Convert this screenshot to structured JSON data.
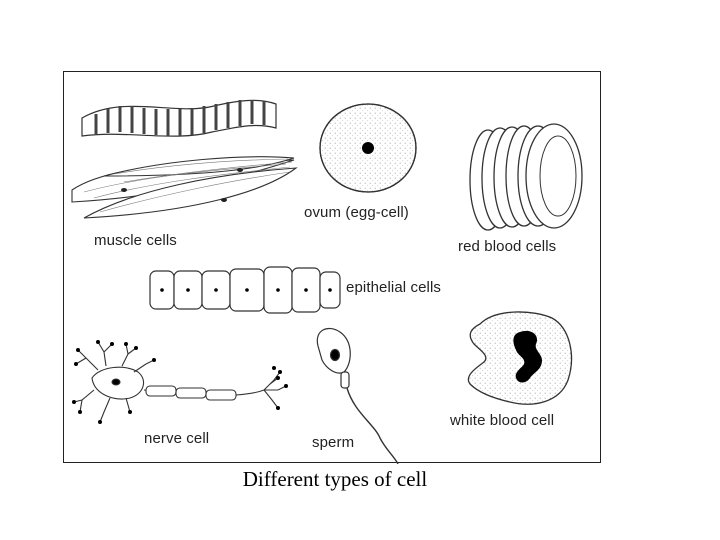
{
  "labels": {
    "muscle": "muscle cells",
    "ovum": "ovum (egg-cell)",
    "red_blood": "red blood cells",
    "epithelial": "epithelial cells",
    "nerve": "nerve cell",
    "sperm": "sperm",
    "white_blood": "white blood cell"
  },
  "caption": "Different types of cell"
}
